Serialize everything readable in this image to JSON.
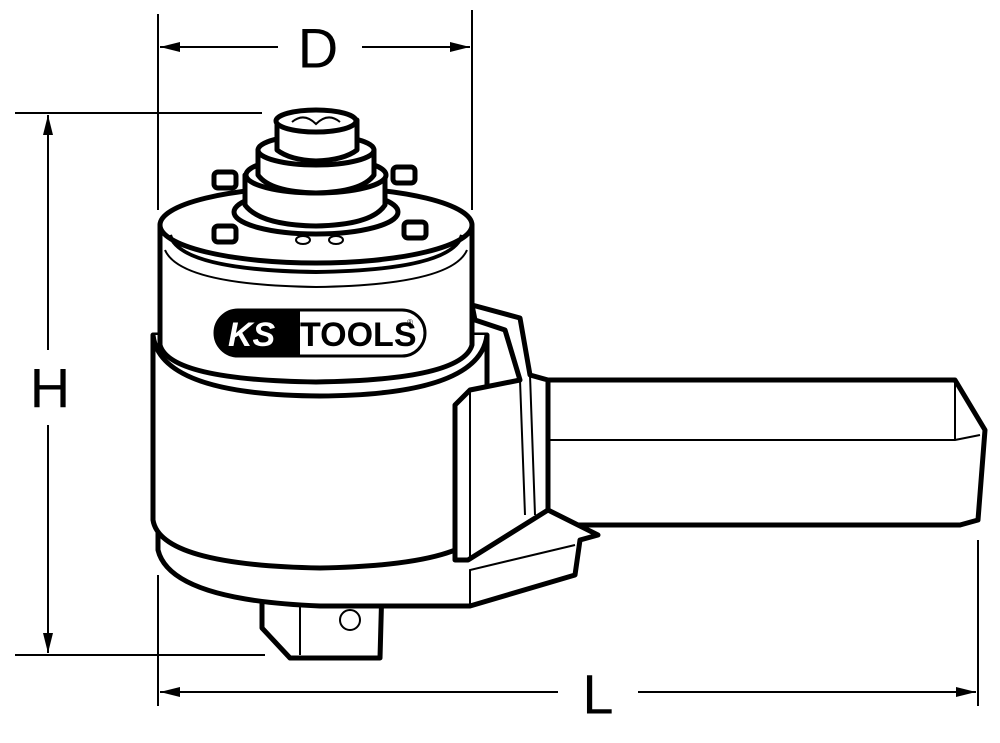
{
  "dimensions": {
    "diameter_label": "D",
    "height_label": "H",
    "length_label": "L"
  },
  "logo": {
    "brand_ks": "KS",
    "brand_tools": "TOOLS",
    "registered": "®"
  },
  "colors": {
    "line": "#000000",
    "fill": "#ffffff"
  }
}
